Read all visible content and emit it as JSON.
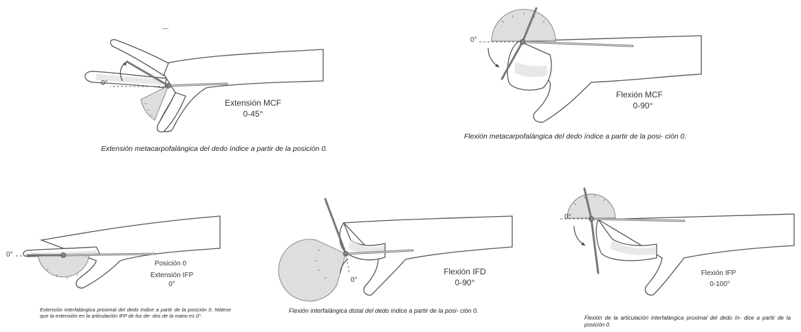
{
  "figures": [
    {
      "id": "ext-mcf",
      "zero_label": "0°",
      "labels": [
        "Extensión MCF",
        "0-45°"
      ],
      "caption": "Extensión metacarpofalángica del dedo índice a partir de la posición 0."
    },
    {
      "id": "flex-mcf",
      "zero_label": "0°",
      "labels": [
        "Flexión MCF",
        "0-90°"
      ],
      "caption": "Flexión metacarpofalángica del dedo índice a partir de la posi- ción 0."
    },
    {
      "id": "ext-ifp",
      "zero_label": "0°",
      "labels": [
        "Posición 0",
        "Extensión IFP",
        "0°"
      ],
      "caption": "Extensión interfalángica proximal del dedo índice a partir de la posición 0. Nótese que la extensión en la articulación IFP de los de- dos de la mano es 0°."
    },
    {
      "id": "flex-ifd",
      "zero_label": "0°",
      "labels": [
        "Flexión IFD",
        "0-90°"
      ],
      "caption": "Flexión interfalángica distal del dedo índice a partir de la posi- ción 0."
    },
    {
      "id": "flex-ifp",
      "zero_label": "0°",
      "labels": [
        "Flexión IFP",
        "0-100°"
      ],
      "caption": "Flexión de la articulación interfalángica proximal del dedo ín- dice a partir de la posición 0."
    }
  ]
}
